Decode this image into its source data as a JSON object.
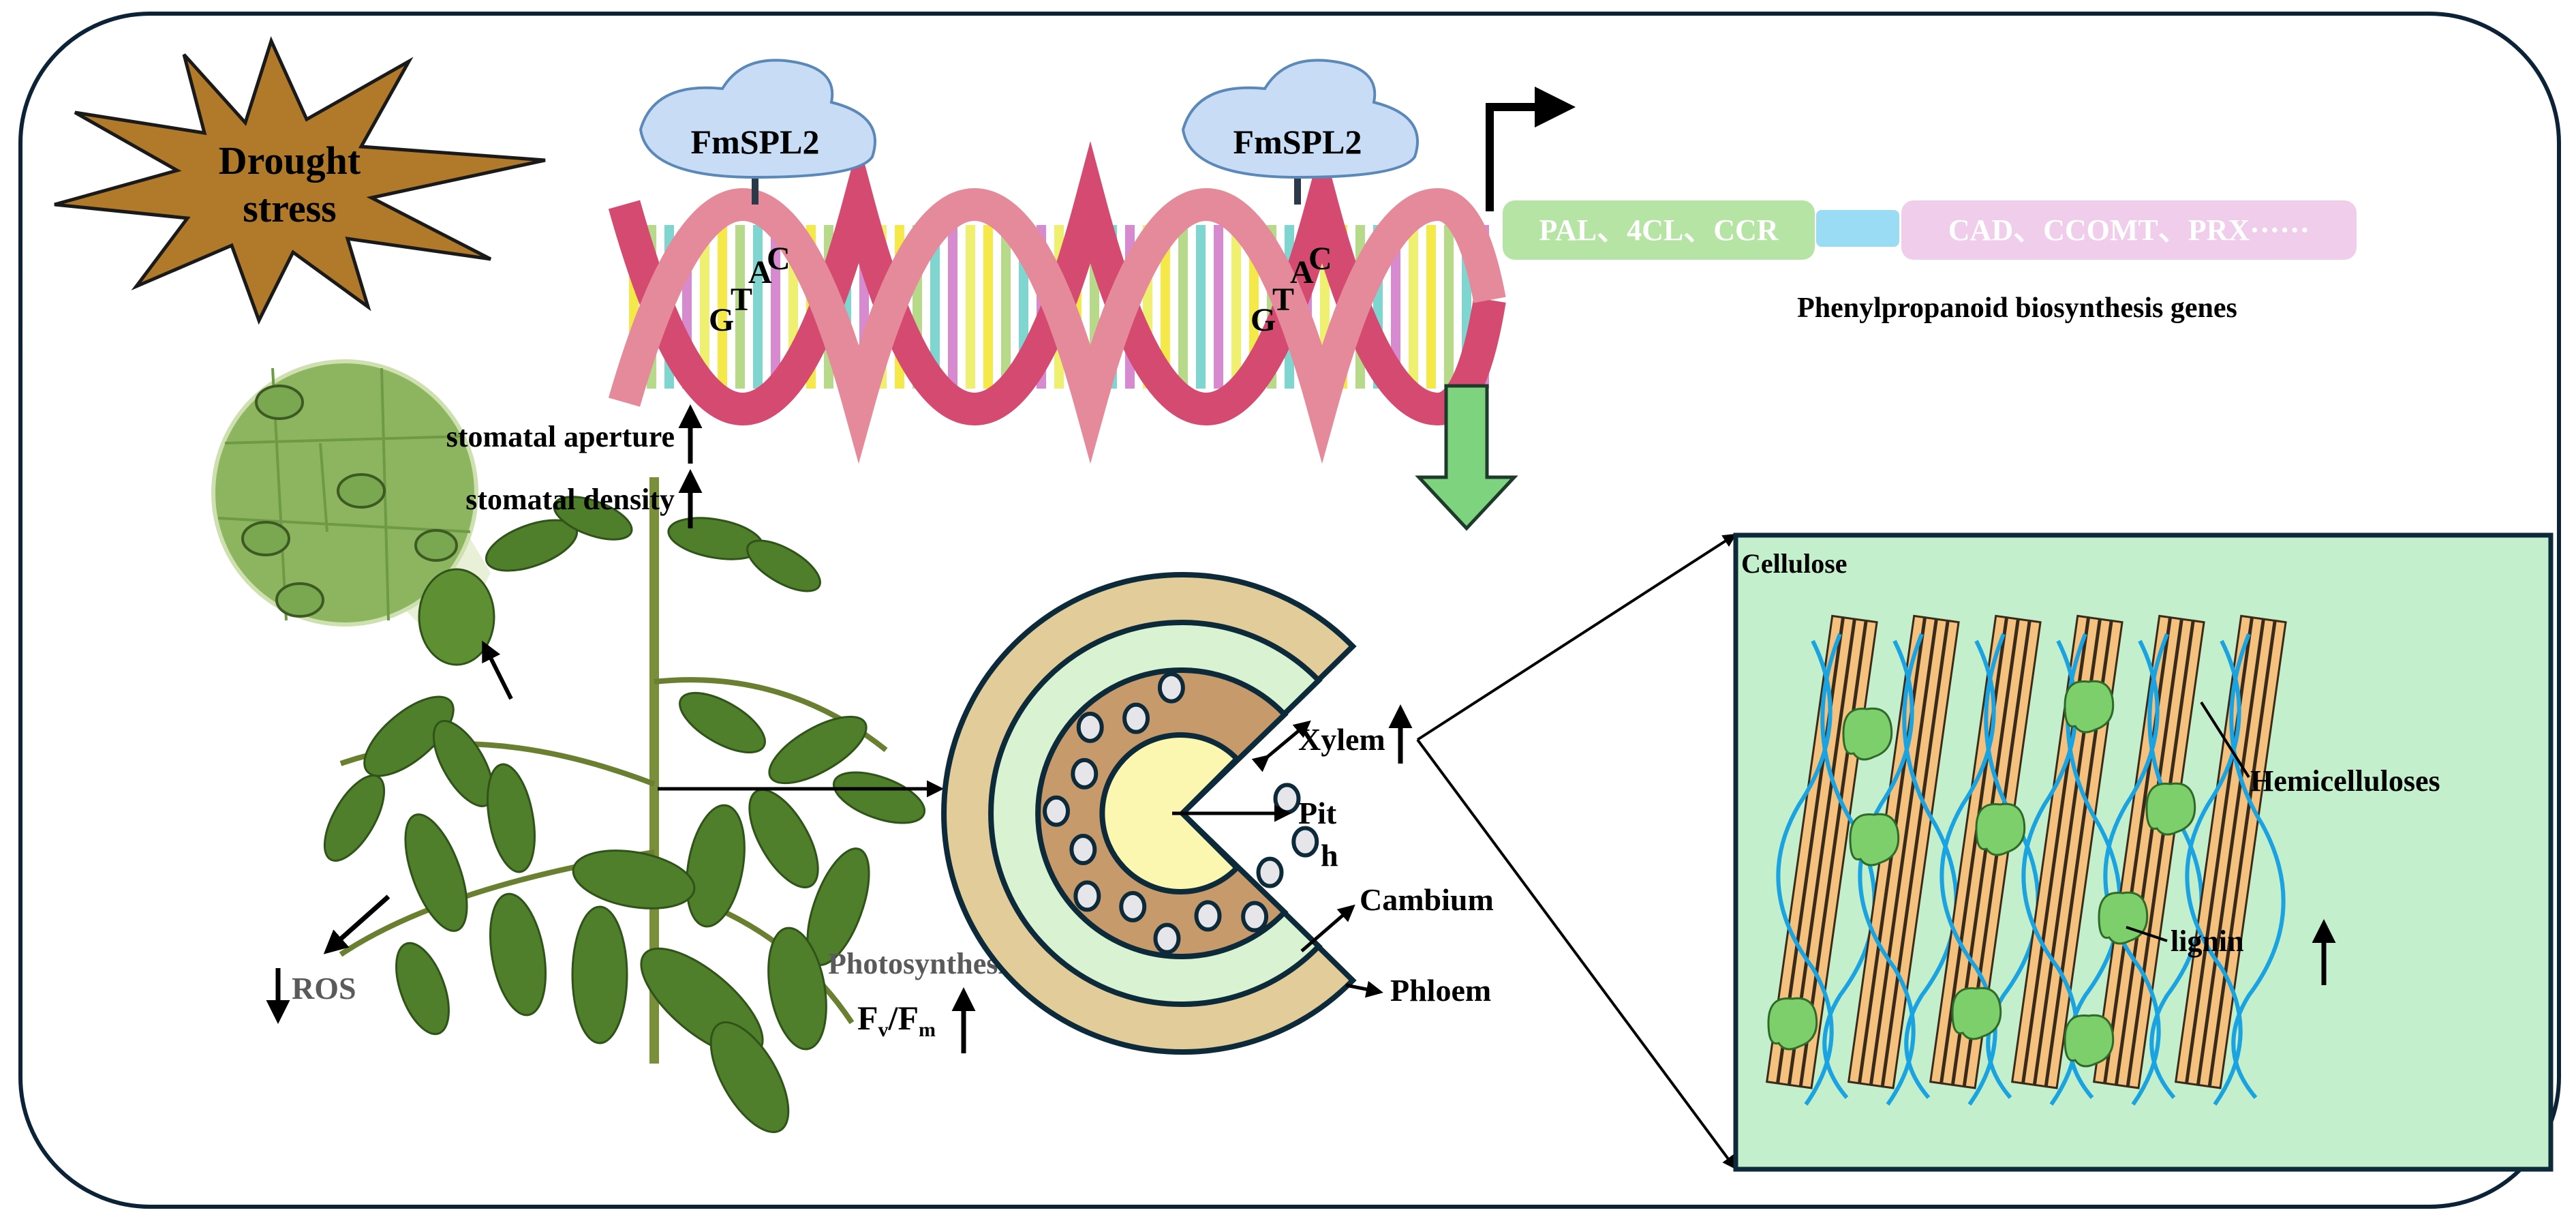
{
  "stress": {
    "line1": "Drought",
    "line2": "stress"
  },
  "transcription_factor": {
    "left": "FmSPL2",
    "right": "FmSPL2"
  },
  "binding_motif": {
    "g": "G",
    "t": "T",
    "a": "A",
    "c": "C"
  },
  "genes": {
    "box1": "PAL、4CL、CCR",
    "box2": "CAD、CCOMT、PRX······",
    "caption": "Phenylpropanoid biosynthesis genes"
  },
  "leaf_traits": {
    "aperture": "stomatal aperture",
    "density": "stomatal density"
  },
  "plant_traits": {
    "ros": "ROS",
    "photosynthesis": "Photosynthesis",
    "fv": "F",
    "fv_sub": "v",
    "slash": "/F",
    "fm_sub": "m"
  },
  "stem": {
    "xylem": "Xylem",
    "pith_a": "Pit",
    "pith_b": "h",
    "cambium": "Cambium",
    "phloem": "Phloem"
  },
  "cell_wall": {
    "cellulose": "Cellulose",
    "hemicelluloses": "Hemicelluloses",
    "lignin": "lignin"
  },
  "colors": {
    "starburst": "#b07a2a",
    "dna": "#d44a70",
    "box1": "#b6e4a4",
    "box2": "#f0cdea",
    "connector": "#9bdcf5",
    "cellwall_bg": "#c3efcc",
    "xylem": "#c79a6c",
    "pith": "#fbf6b0"
  }
}
